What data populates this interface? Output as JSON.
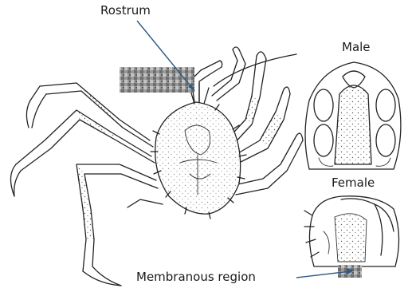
{
  "labels": {
    "rostrum": "Rostrum",
    "male": "Male",
    "female": "Female",
    "membranous": "Membranous region"
  },
  "colors": {
    "pointer": "#2f5a86",
    "ink": "#222222",
    "redaction": "#8a8a8a"
  }
}
